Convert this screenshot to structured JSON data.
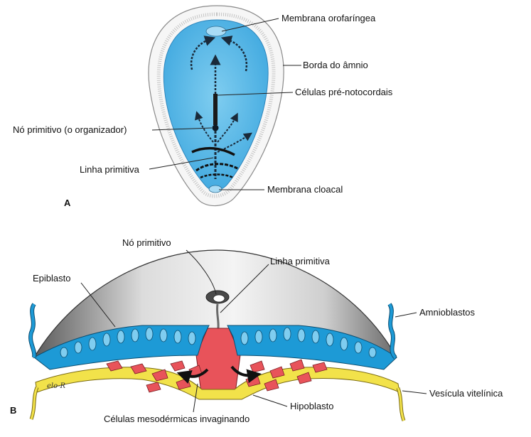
{
  "panel_a": {
    "letter": "A",
    "labels": {
      "membrana_orofaringea": "Membrana orofaríngea",
      "borda_do_amnio": "Borda do âmnio",
      "celulas_pre_notocordais": "Células pré-notocordais",
      "no_primitivo_organizador": "Nó primitivo (o organizador)",
      "linha_primitiva": "Linha primitiva",
      "membrana_cloacal": "Membrana cloacal"
    }
  },
  "panel_b": {
    "letter": "B",
    "signature": "elo-R",
    "labels": {
      "no_primitivo": "Nó primitivo",
      "linha_primitiva": "Linha primitiva",
      "epiblasto": "Epiblasto",
      "amnioblastos": "Amnioblastos",
      "vesicula_vitelinica": "Vesícula vitelínica",
      "hipoblasto": "Hipoblasto",
      "celulas_mesodermicas_invaginando": "Células mesodérmicas invaginando"
    }
  },
  "colors": {
    "disc_blue": "#56b6e6",
    "epiblast_blue": "#1d9ad6",
    "mesoderm_red": "#e8535a",
    "hypoblast_yellow": "#f2e24a",
    "amnion_gray": "#9a9a9a"
  }
}
